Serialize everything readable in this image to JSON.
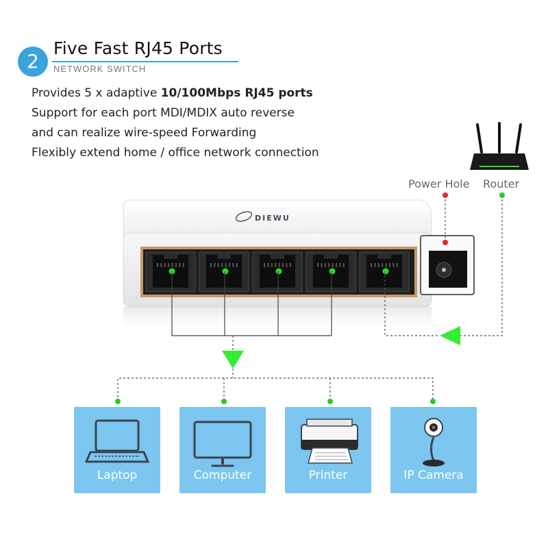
{
  "header": {
    "badge_number": "2",
    "title": "Five Fast RJ45 Ports",
    "subtitle": "NETWORK SWITCH"
  },
  "features": [
    {
      "before": "Provides 5 x adaptive ",
      "strong": "10/100Mbps RJ45 ports",
      "after": ""
    },
    {
      "before": "Support for each port MDI/MDIX auto reverse",
      "strong": "",
      "after": ""
    },
    {
      "before": "and can realize wire-speed Forwarding",
      "strong": "",
      "after": ""
    },
    {
      "before": "Flexibly extend home / office network connection",
      "strong": "",
      "after": ""
    }
  ],
  "switch": {
    "brand": "DIEWU",
    "port_count": 5,
    "body_color": "#f4f4f4",
    "port_led_color": "#22dd22"
  },
  "labels": {
    "power_hole": "Power Hole",
    "router": "Router"
  },
  "devices": [
    {
      "label": "Laptop",
      "icon": "laptop-icon"
    },
    {
      "label": "Computer",
      "icon": "monitor-icon"
    },
    {
      "label": "Printer",
      "icon": "printer-icon"
    },
    {
      "label": "IP Camera",
      "icon": "ip-camera-icon"
    }
  ],
  "colors": {
    "accent": "#3aa3dd",
    "card": "#7cc6f0",
    "green_dot": "#22cc22",
    "red_dot": "#ee2222",
    "arrow_green": "#33ee33"
  }
}
